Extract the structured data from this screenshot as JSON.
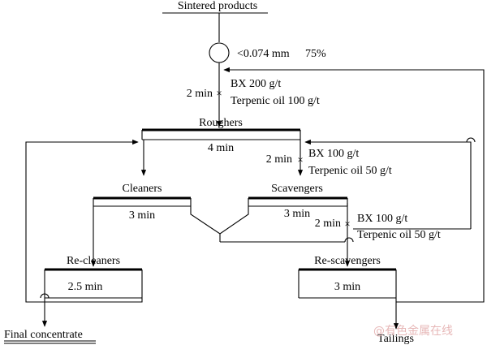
{
  "feed": {
    "label": "Sintered products"
  },
  "grinding": {
    "spec": "<0.074 mm",
    "percent": "75%"
  },
  "conditioning_1": {
    "time": "2 min",
    "reagent_1": "BX   200 g/t",
    "reagent_2": "Terpenic oil    100 g/t"
  },
  "roughers": {
    "label": "Roughers",
    "time": "4 min"
  },
  "conditioning_2": {
    "time": "2 min",
    "reagent_1": "BX   100 g/t",
    "reagent_2": "Terpenic oil    50 g/t"
  },
  "cleaners": {
    "label": "Cleaners",
    "time": "3 min"
  },
  "scavengers": {
    "label": "Scavengers",
    "time": "3 min"
  },
  "conditioning_3": {
    "time": "2 min",
    "reagent_1": "BX   100 g/t",
    "reagent_2": "Terpenic oil    50 g/t"
  },
  "re_cleaners": {
    "label": "Re-cleaners",
    "time": "2.5 min"
  },
  "re_scavengers": {
    "label": "Re-scavengers",
    "time": "3 min"
  },
  "outputs": {
    "concentrate": "Final concentrate",
    "tailings": "Tailings"
  },
  "watermark": "@有色金属在线"
}
